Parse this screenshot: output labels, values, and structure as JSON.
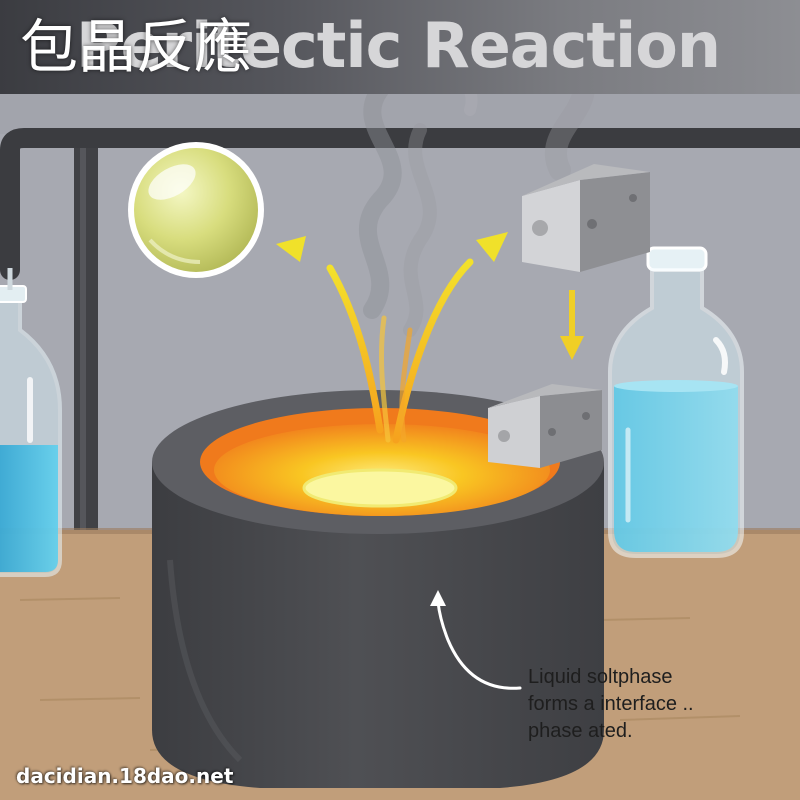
{
  "title": {
    "chinese": "包晶反應",
    "english": "Peritectic Reaction"
  },
  "caption": {
    "lines": [
      "Liquid soltphase",
      "forms a interface ..",
      "phase ated."
    ]
  },
  "watermark": "dacidian.18dao.net",
  "colors": {
    "banner_dark": "#3b3c41",
    "wall": "#a7a9b1",
    "table": "#c19e7a",
    "crucible": "#4a4b4f",
    "melt_orange": "#f07a1c",
    "melt_yellow": "#f9c622",
    "core_glow": "#fbf7a0",
    "arrow_yellow": "#f0e12a",
    "liquid_blue": "#3fb8dd",
    "sphere_yellow": "#d8dd7e",
    "cube_gray": "#8e8f93"
  },
  "icons": [
    "sphere-crystal-icon",
    "solid-block-icon",
    "down-arrow-icon",
    "curved-arrow-icon",
    "flask-icon"
  ]
}
